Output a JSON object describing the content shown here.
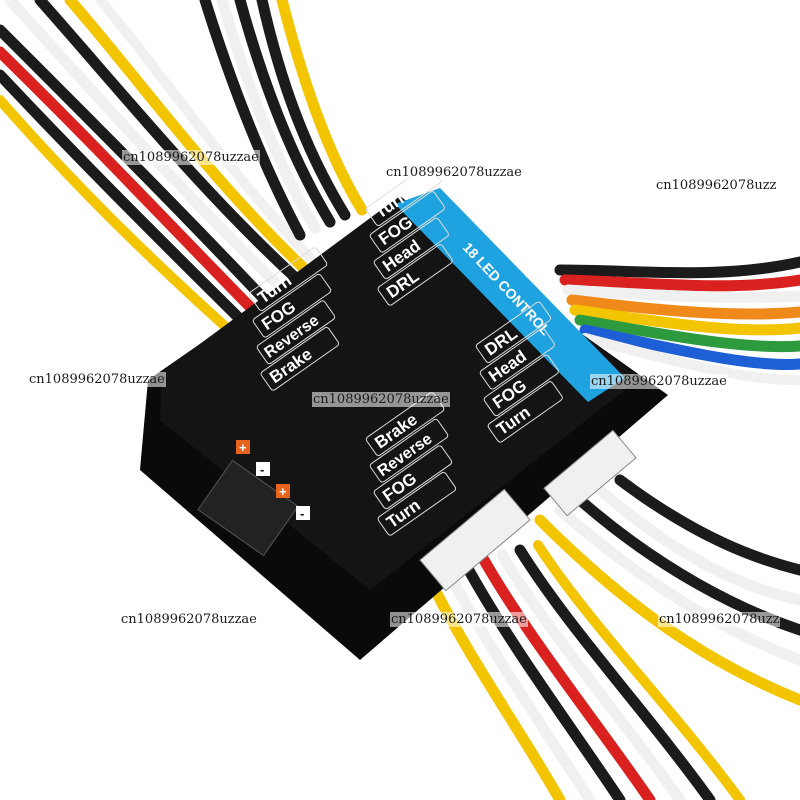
{
  "product": {
    "banner_text": "18 LED CONTROL",
    "upper_group_labels": [
      "Turn",
      "FOG",
      "Head",
      "DRL"
    ],
    "left_group_labels": [
      "Turn",
      "FOG",
      "Reverse",
      "Brake"
    ],
    "right_group_labels": [
      "DRL",
      "Head",
      "FOG",
      "Turn"
    ],
    "lower_group_labels": [
      "Brake",
      "Reverse",
      "FOG",
      "Turn"
    ],
    "polarity_marks": [
      "+",
      "-",
      "+",
      "-"
    ]
  },
  "watermarks": [
    "cn1089962078uzzae",
    "cn1089962078uzzae",
    "cn1089962078uzz",
    "cn1089962078uzzae",
    "cn1089962078uzzae",
    "cn1089962078uzzae",
    "cn1089962078uzzae",
    "cn1089962078uzzae",
    "cn1089962078uzz"
  ],
  "colors": {
    "housing": "#141414",
    "banner": "#1ea3e0",
    "wire_red": "#d9211f",
    "wire_yellow": "#f2c500",
    "wire_black": "#1b1b1b",
    "wire_white": "#f0f0f0",
    "wire_green": "#2e9a3e",
    "wire_blue": "#1f5fd6",
    "wire_orange": "#ef8a1a",
    "plus_badge": "#e8641c"
  }
}
